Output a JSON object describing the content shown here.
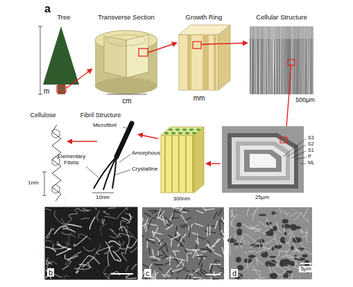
{
  "diagram": {
    "labels": [
      "a",
      "Tree",
      "Transverse Section",
      "Growth Ring",
      "Cellular Structure",
      "m",
      "cm",
      "mm",
      "500µm",
      "Cellulose",
      "Fibril Structure",
      "Microfibril",
      "Amorphous",
      "Crystalline",
      "Elementary Fibrils",
      "1nm",
      "10nm",
      "300nm",
      "S3",
      "S2",
      "S1",
      "P",
      "ML",
      "25µm",
      "b",
      "c",
      "d",
      "5µm"
    ]
  }
}
